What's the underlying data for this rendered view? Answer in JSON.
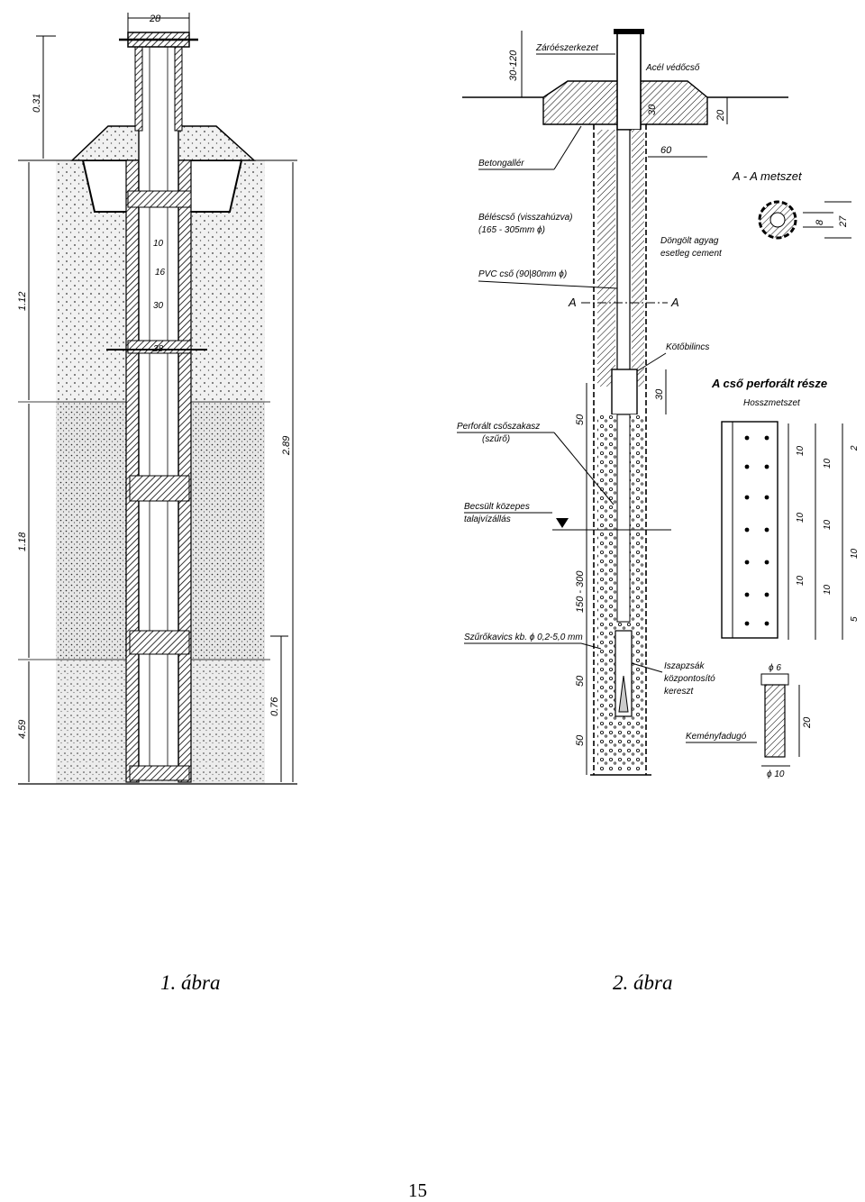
{
  "page": {
    "number": "15"
  },
  "figure1": {
    "caption": "1. ábra",
    "dims": {
      "top_width": "28",
      "above_ground": "0.31",
      "layer1": "1.12",
      "layer2": "1.18",
      "layer3": "4.59",
      "right_total": "2.89",
      "right_bottom": "0.76",
      "wall_a": "10",
      "wall_b": "16",
      "wall_c": "30",
      "wall_d": "28"
    }
  },
  "figure2": {
    "caption": "2. ábra",
    "labels": {
      "zaroszerkezet": "Záróészerkezet",
      "acel_vedocso": "Acél védőcső",
      "betongaller": "Betongallér",
      "beleszo": "Béléscső (visszahúzva)",
      "beleszo_size": "(165 - 305mm ϕ)",
      "dongolt": "Döngölt agyag",
      "dongolt2": "esetleg cement",
      "pvc": "PVC cső (90|80mm ϕ)",
      "aa_section": "A - A  metszet",
      "a_left": "A",
      "a_right": "A",
      "kotobilincs": "Kötőbilincs",
      "perforalt_title": "A cső perforált része",
      "hosszmetszet": "Hosszmetszet",
      "perforalt_csoszakasz": "Perforált csőszakasz",
      "szuro": "(szűrő)",
      "becsult": "Becsült közepes",
      "talajviz": "talajvízállás",
      "szurokavics": "Szűrőkavics kb. ϕ 0,2-5,0 mm",
      "iszapzsak": "Iszapzsák",
      "kozpontosito": "központosító",
      "kereszt": "kereszt",
      "kemenyfadugo": "Keményfadugó"
    },
    "dims": {
      "d_30_120": "30-120",
      "d_30a": "30",
      "d_20": "20",
      "d_60": "60",
      "d_8": "8",
      "d_27": "27",
      "d_30b": "30",
      "d_50a": "50",
      "d_150_300": "150 - 300",
      "d_50b": "50",
      "d_50c": "50",
      "perf_10a": "10",
      "perf_10b": "10",
      "perf_10c": "10",
      "perf_10d": "10",
      "perf_10e": "10",
      "perf_10f": "10",
      "perf_10g": "10",
      "perf_5": "5",
      "perf_2": "2",
      "phi6": "ϕ 6",
      "plug_20": "20",
      "phi10": "ϕ 10"
    }
  }
}
